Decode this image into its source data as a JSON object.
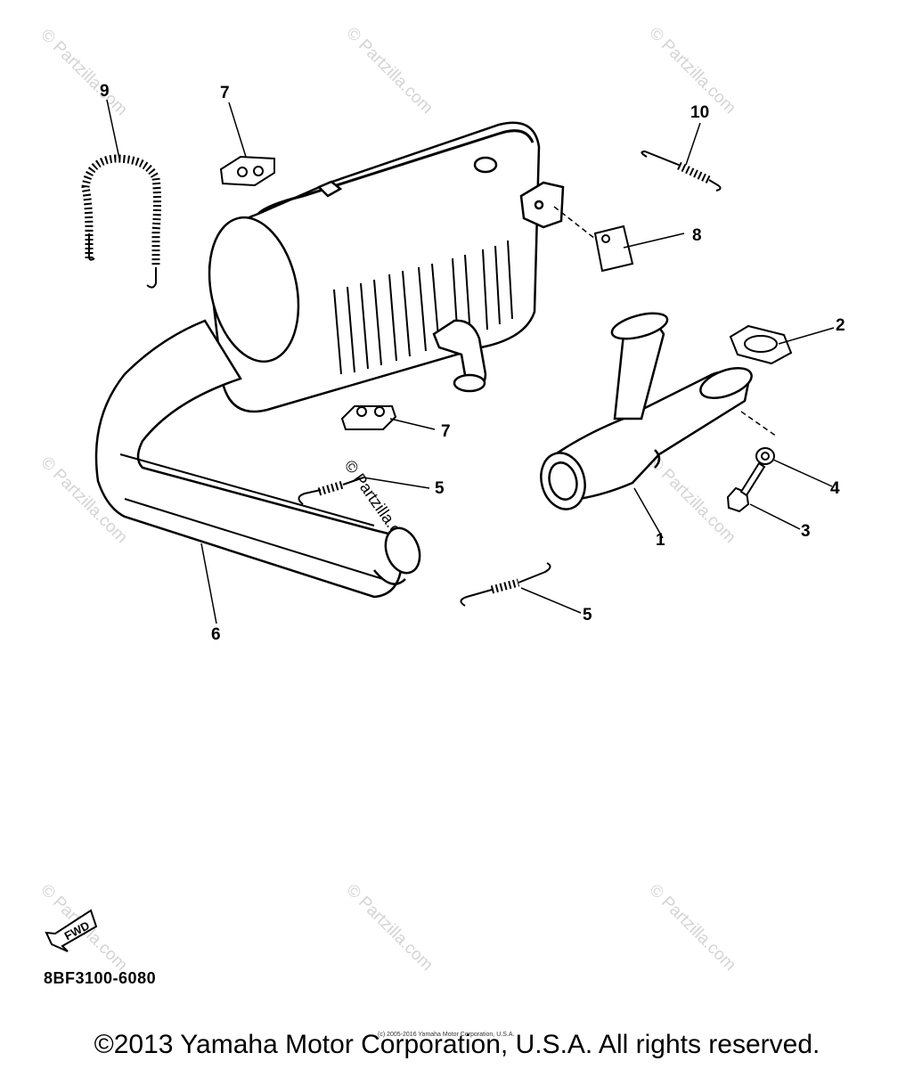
{
  "callouts": [
    "1",
    "2",
    "3",
    "4",
    "5",
    "5",
    "6",
    "7",
    "7",
    "8",
    "9",
    "10"
  ],
  "watermark_text": "Partzilla.com",
  "watermark_symbol": "©",
  "fwd_label": "FWD",
  "part_code": "8BF3100-6080",
  "small_copyright": "(c) 2005-2016 Yamaha Motor Corporation, U.S.A.",
  "copyright": "©2013 Yamaha Motor Corporation, U.S.A. All rights reserved."
}
